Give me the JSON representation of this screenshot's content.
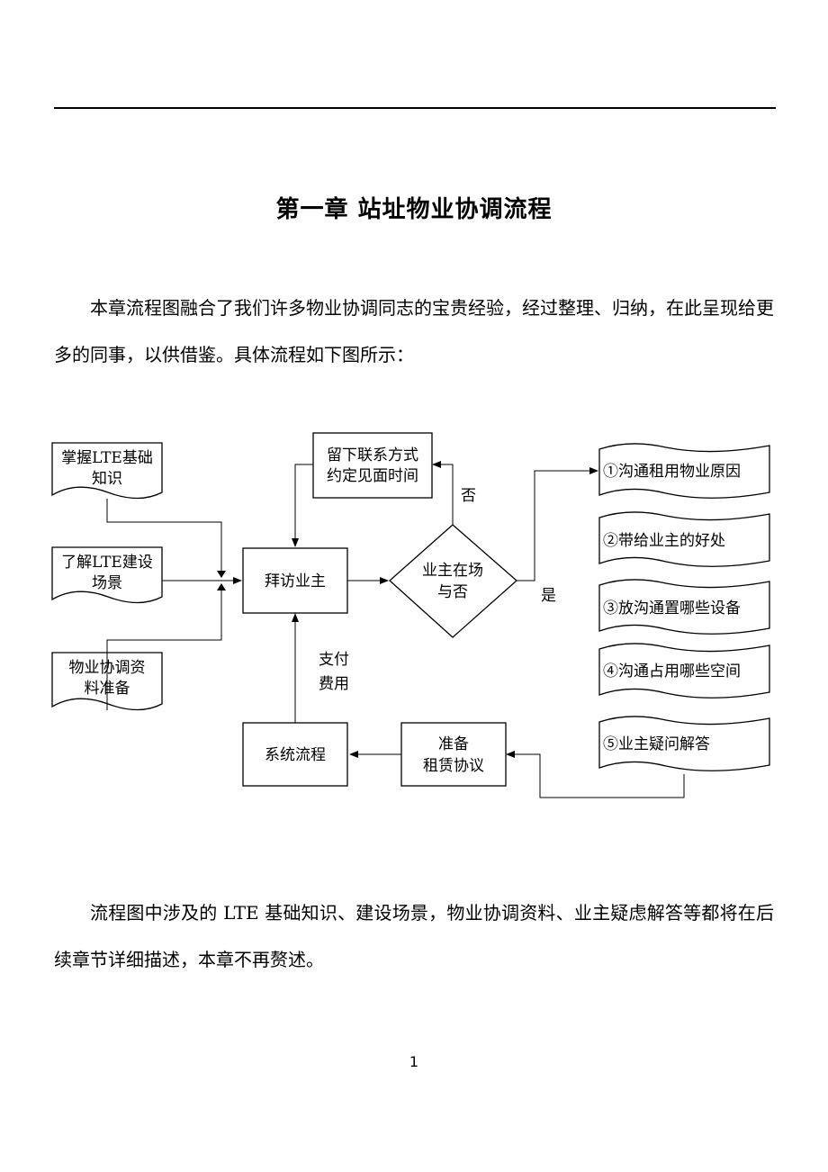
{
  "chapter_title": "第一章  站址物业协调流程",
  "intro_paragraph": "本章流程图融合了我们许多物业协调同志的宝贵经验，经过整理、归纳，在此呈现给更多的同事，以供借鉴。具体流程如下图所示：",
  "flowchart": {
    "doc_lte_basics": [
      "掌握LTE基础",
      "知识"
    ],
    "doc_lte_scenarios": [
      "了解LTE建设",
      "场景"
    ],
    "doc_coordination_materials": [
      "物业协调资",
      "料准备"
    ],
    "visit_owner": "拜访业主",
    "leave_contact": [
      "留下联系方式",
      "约定见面时间"
    ],
    "decision": [
      "业主在场",
      "与否"
    ],
    "label_no": "否",
    "label_yes": "是",
    "label_pay": [
      "支付",
      "费用"
    ],
    "system_process": "系统流程",
    "prepare_lease": [
      "准备",
      "租赁协议"
    ],
    "talk_items": [
      "①沟通租用物业原因",
      "②带给业主的好处",
      "③放沟通置哪些设备",
      "④沟通占用哪些空间",
      "⑤业主疑问解答"
    ]
  },
  "closing_paragraph": "流程图中涉及的 LTE 基础知识、建设场景，物业协调资料、业主疑虑解答等都将在后续章节详细描述，本章不再赘述。",
  "page_number": "1"
}
